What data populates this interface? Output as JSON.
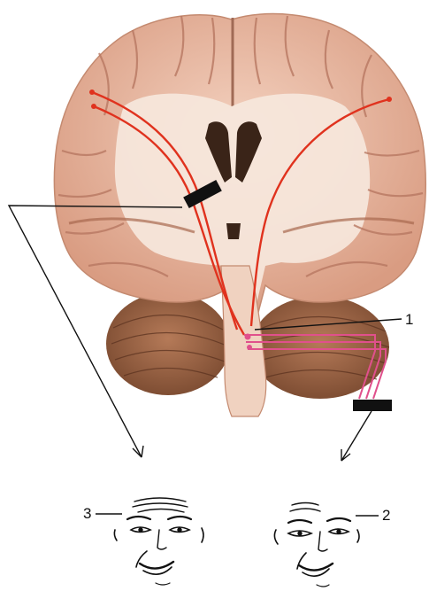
{
  "labels": {
    "label_1": "1",
    "label_2": "2",
    "label_3": "3"
  },
  "colors": {
    "background": "#ffffff",
    "tissue": "#e9b7a0",
    "white_matter": "#f6e7dc",
    "gyri_shadow": "#b87862",
    "ventricle": "#3a2418",
    "cerebellum": "#9a6242",
    "corticobulbar_tract": "#e0321e",
    "facial_nerve_fibers": "#e0508c",
    "lesion_marker": "#111111",
    "ink": "#111111"
  }
}
